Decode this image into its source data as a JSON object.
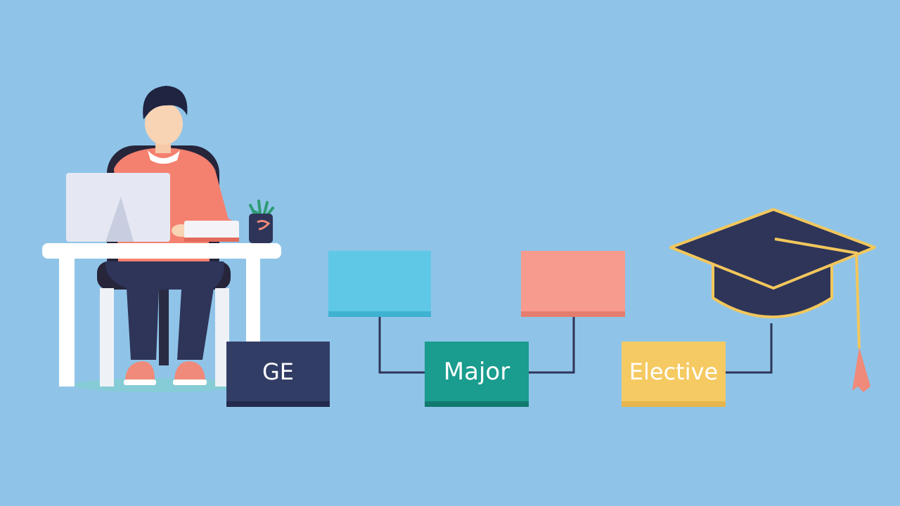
{
  "colors": {
    "background": "#8fc4e8",
    "ge_box": "#323d66",
    "major_box": "#1a9c8e",
    "elective_box": "#f5ca62",
    "blue_box": "#5ec8e6",
    "salmon_box": "#f69b8d",
    "connector": "#2e3559",
    "cap": "#2e3559",
    "cap_trim": "#f2c75c",
    "tassel_end": "#f08a7a",
    "person_shirt": "#f4816f",
    "person_pants": "#2e3559",
    "desk": "#ffffff"
  },
  "boxes": {
    "ge": {
      "label": "GE"
    },
    "major": {
      "label": "Major"
    },
    "elective": {
      "label": "Elective"
    },
    "blue_box": {
      "label": ""
    },
    "salmon_box": {
      "label": ""
    }
  },
  "icons": {
    "person": "person-at-desk-illustration",
    "cap": "graduation-cap-icon",
    "plant": "potted-plant-icon",
    "monitor": "monitor-icon"
  }
}
